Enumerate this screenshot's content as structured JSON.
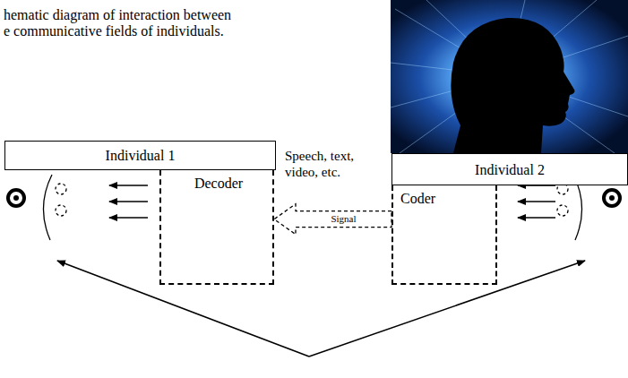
{
  "diagram": {
    "caption": "hematic diagram of interaction between e communicative fields of individuals.",
    "nodes": [
      {
        "text": [
          "Individual 1"
        ]
      },
      {
        "text": [
          "Decoder"
        ]
      },
      {
        "text": [
          "Individual 2"
        ]
      },
      {
        "text": [
          "Coder"
        ]
      }
    ],
    "edges": [
      {
        "from": 3,
        "to": 1,
        "arrow": "to",
        "label": "Signal"
      }
    ],
    "labels": [
      "Speech, text, video, etc."
    ]
  }
}
